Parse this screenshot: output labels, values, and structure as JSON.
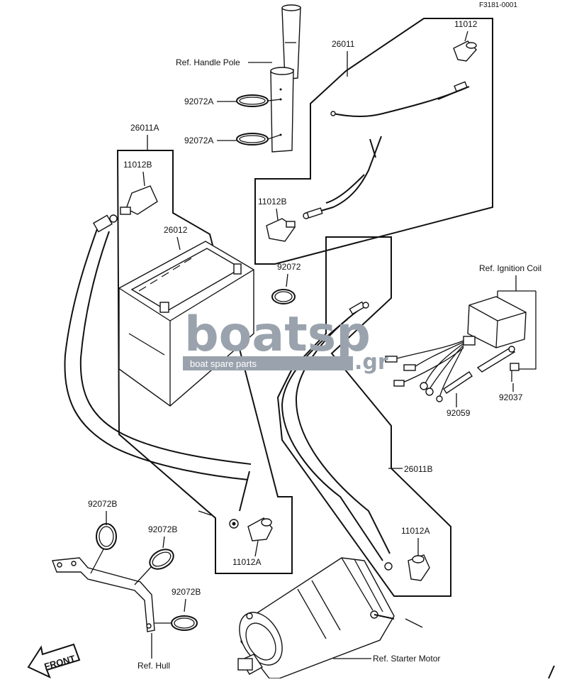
{
  "diagram_code": "F3181-0001",
  "labels": {
    "ref_handle_pole": "Ref. Handle Pole",
    "p_92072A_top": "92072A",
    "p_92072A_bottom": "92072A",
    "p_26011": "26011",
    "p_11012": "11012",
    "p_26011A": "26011A",
    "p_11012B_left": "11012B",
    "p_11012B_right": "11012B",
    "p_26012": "26012",
    "p_92072": "92072",
    "ref_ignition_coil": "Ref. Ignition Coil",
    "p_92037": "92037",
    "p_92059": "92059",
    "p_26011B": "26011B",
    "p_11012A_right": "11012A",
    "p_11012A_left": "11012A",
    "p_92072B_top": "92072B",
    "p_92072B_mid": "92072B",
    "p_92072B_bottom": "92072B",
    "ref_hull": "Ref. Hull",
    "ref_starter_motor": "Ref. Starter Motor",
    "front": "FRONT"
  },
  "watermark": {
    "brand": "boatsp",
    "tld": ".gr",
    "tagline": "boat spare parts"
  }
}
